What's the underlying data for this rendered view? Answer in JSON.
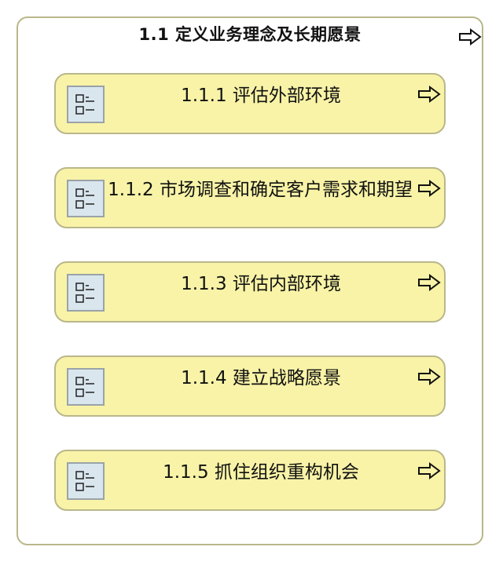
{
  "parent": {
    "title": "1.1 定义业务理念及长期愿景",
    "expand_icon": "arrow-right-outline-icon"
  },
  "children": [
    {
      "label": "1.1.1 评估外部环境",
      "icon": "process-list-icon",
      "expand_icon": "arrow-right-outline-icon"
    },
    {
      "label": "1.1.2 市场调查和确定客户需求和期望",
      "icon": "process-list-icon",
      "expand_icon": "arrow-right-outline-icon"
    },
    {
      "label": "1.1.3 评估内部环境",
      "icon": "process-list-icon",
      "expand_icon": "arrow-right-outline-icon"
    },
    {
      "label": "1.1.4 建立战略愿景",
      "icon": "process-list-icon",
      "expand_icon": "arrow-right-outline-icon"
    },
    {
      "label": "1.1.5 抓住组织重构机会",
      "icon": "process-list-icon",
      "expand_icon": "arrow-right-outline-icon"
    }
  ],
  "colors": {
    "card_fill": "#f8f3a7",
    "border": "#b9b78a",
    "icon_fill": "#d9e6ee"
  }
}
